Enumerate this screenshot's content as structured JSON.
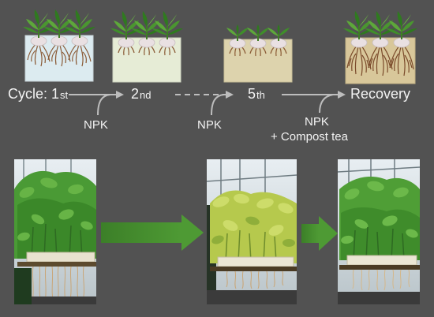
{
  "cycle_prefix": "Cycle: 1",
  "cycle_suffix": "st",
  "stage2_num": "2",
  "stage2_suffix": "nd",
  "stage3_num": "5",
  "stage3_suffix": "th",
  "stage4": "Recovery",
  "npk_first": "NPK",
  "npk_second": "NPK",
  "npk_third_line1": "NPK",
  "npk_third_line2": "+ Compost tea",
  "colors": {
    "background": "#525252",
    "tank1": "#dcebf0",
    "tank2": "#e6ecd6",
    "tank3": "#ddd3ad",
    "tank4": "#d8c79a",
    "green_arrow": "#3e8a2a",
    "text": "#f3f3f3"
  }
}
